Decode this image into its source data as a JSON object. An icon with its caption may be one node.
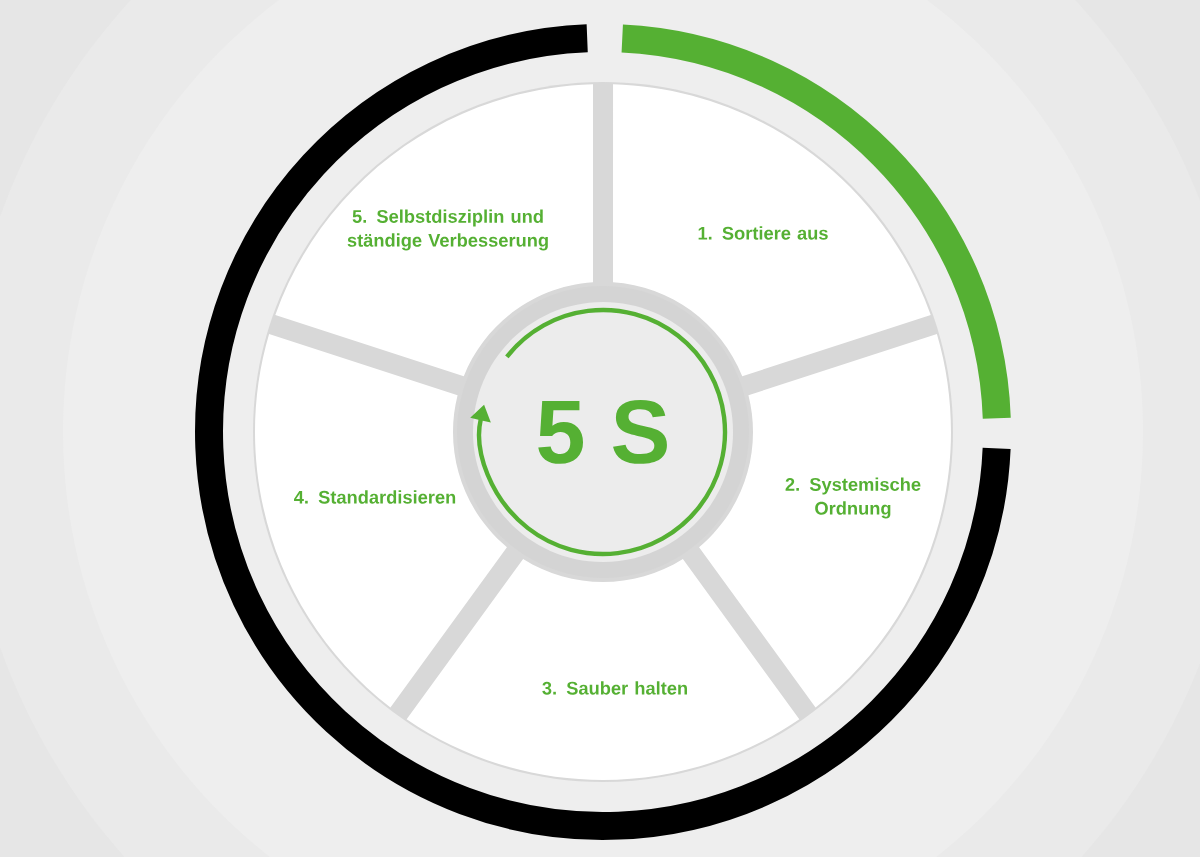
{
  "diagram": {
    "nodes": [
      {
        "text": [
          "1. Sortiere aus"
        ]
      },
      {
        "text": [
          "2. Systemische Ordnung"
        ]
      },
      {
        "text": [
          "3. Sauber halten"
        ]
      },
      {
        "text": [
          "4. Standardisieren"
        ]
      },
      {
        "text": [
          "5. Selbstdisziplin und ständige Verbesserung"
        ]
      },
      {
        "text": [
          "5 S"
        ]
      }
    ]
  }
}
